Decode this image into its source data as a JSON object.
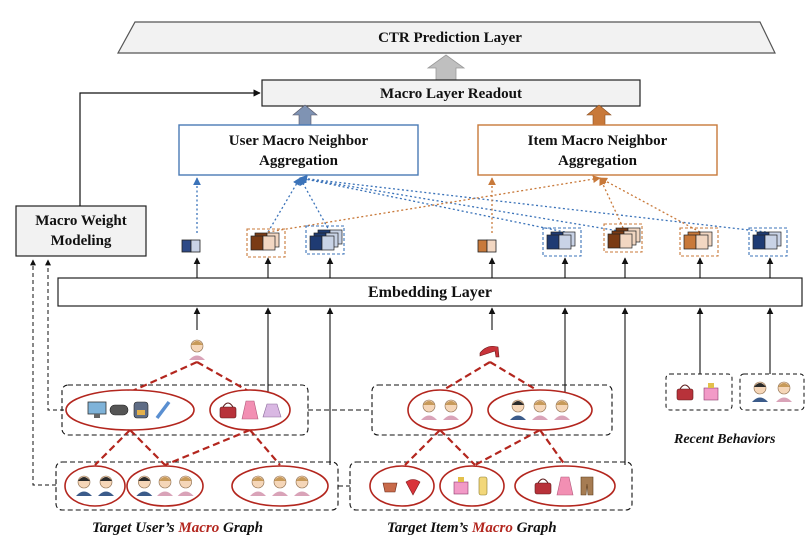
{
  "diagram": {
    "ctr_layer": "CTR Prediction Layer",
    "readout_layer": "Macro Layer Readout",
    "user_aggregation": {
      "line1": "User Macro Neighbor",
      "line2": "Aggregation"
    },
    "item_aggregation": {
      "line1": "Item Macro Neighbor",
      "line2": "Aggregation"
    },
    "macro_weight": {
      "line1": "Macro Weight",
      "line2": "Modeling"
    },
    "embedding_layer": "Embedding Layer",
    "recent_behaviors": "Recent Behaviors",
    "user_graph_caption": {
      "prefix": "Target User’s ",
      "highlight": "Macro",
      "suffix": " Graph"
    },
    "item_graph_caption": {
      "prefix": "Target Item’s ",
      "highlight": "Macro",
      "suffix": " Graph"
    }
  },
  "colors": {
    "user_blue": "#4a7ab5",
    "item_orange": "#c8793a",
    "macro_red": "#b3261e",
    "node_border": "#b3261e",
    "gray_arrow": "#a6a6a6"
  },
  "icons": {
    "target_user": "woman-icon",
    "target_item": "high-heel-icon",
    "user_level1_group1": [
      "monitor-icon",
      "gamepad-icon",
      "backpack-icon",
      "pencil-icon"
    ],
    "user_level1_group2": [
      "handbag-icon",
      "dress-icon",
      "skirt-icon"
    ],
    "item_level1_group1": [
      "woman-icon",
      "woman-icon"
    ],
    "item_level1_group2": [
      "man-icon",
      "woman-icon",
      "woman-icon"
    ],
    "user_level2_groups": [
      [
        "man-icon",
        "man-icon"
      ],
      [
        "man-icon",
        "woman-icon",
        "woman-icon"
      ],
      [
        "woman-icon",
        "woman-icon",
        "woman-icon"
      ]
    ],
    "item_level2_groups": [
      [
        "teacup-icon",
        "strawberry-icon"
      ],
      [
        "perfume-icon",
        "lotion-icon"
      ],
      [
        "handbag-icon",
        "dress-icon",
        "trousers-icon"
      ]
    ],
    "recent_behaviors": [
      [
        "handbag-icon",
        "perfume-icon"
      ],
      [
        "man-icon",
        "woman-icon"
      ]
    ]
  }
}
